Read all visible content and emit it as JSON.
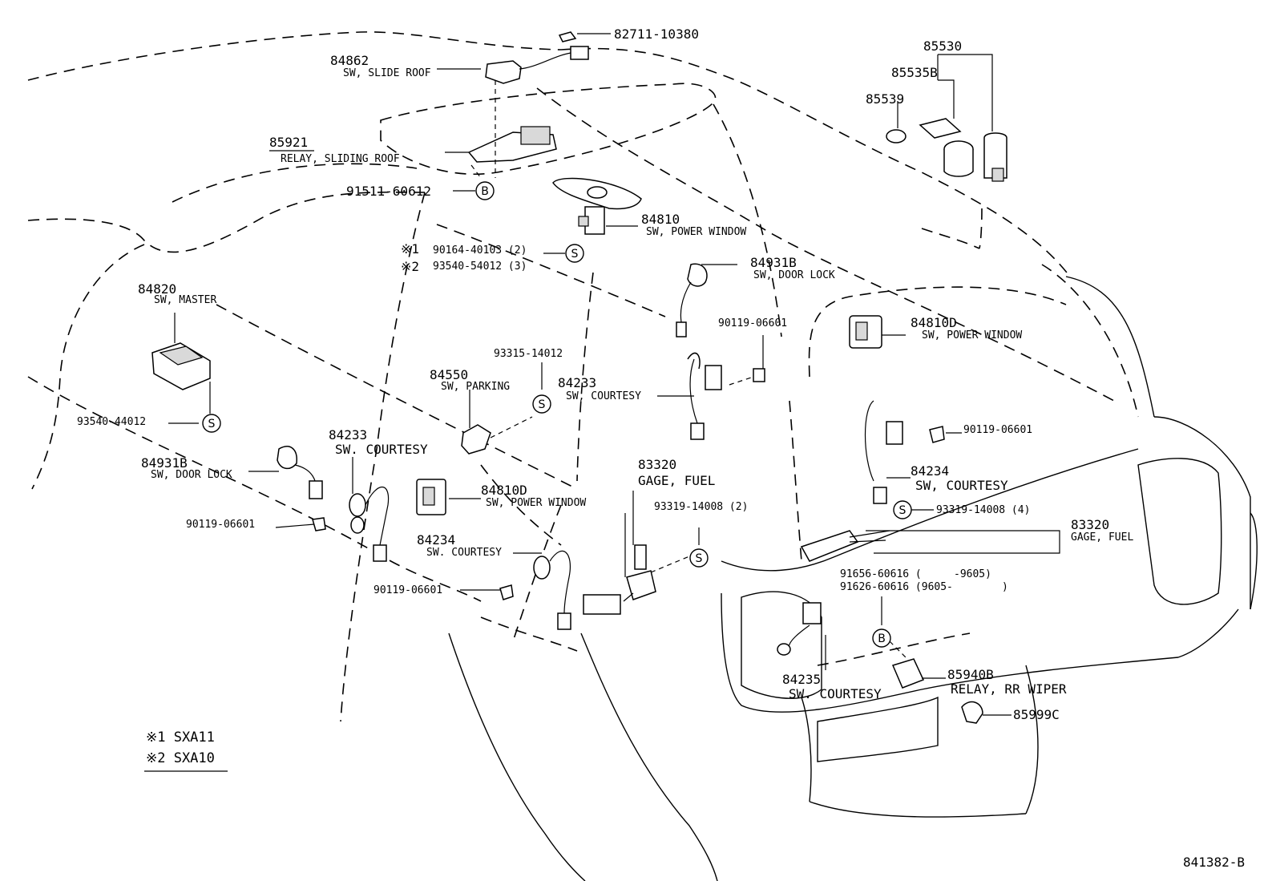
{
  "labels": {
    "p82711": "82711-10380",
    "p84862": "84862",
    "n84862": "SW, SLIDE ROOF",
    "p85921": "85921",
    "n85921": "RELAY, SLIDING ROOF",
    "p91511": "91511-60612",
    "p84810a": "84810",
    "n84810a": "SW, POWER WINDOW",
    "r1_mark": "※1",
    "r1_part": "90164-40103 (2)",
    "r2_mark": "※2",
    "r2_part": "93540-54012 (3)",
    "p84931a": "84931B",
    "n84931a": "SW, DOOR LOCK",
    "p84820": "84820",
    "n84820": "SW, MASTER",
    "p90119a": "90119-06601",
    "p84810b": "84810D",
    "n84810b": "SW, POWER WINDOW",
    "p93315": "93315-14012",
    "p84550": "84550",
    "n84550": "SW, PARKING",
    "p84233a": "84233",
    "n84233a": "SW, COURTESY",
    "p93540": "93540-44012",
    "p84233b": "84233",
    "n84233b": "SW. COURTESY",
    "p90119b": "90119-06601",
    "p84234a": "84234",
    "n84234a": "SW. COURTESY",
    "p84931b": "84931B",
    "n84931b": "SW, DOOR LOCK",
    "p84810c": "84810D",
    "n84810c": "SW, POWER WINDOW",
    "p83320a": "83320",
    "n83320a": "GAGE, FUEL",
    "p93319a": "93319-14008 (2)",
    "p93319b": "93319-14008 (4)",
    "p83320b": "83320",
    "n83320b": "GAGE, FUEL",
    "p90119c": "90119-06601",
    "p84234b": "84234",
    "n84234b": "SW, COURTESY",
    "p90119d": "90119-06601",
    "p91656": "91656-60616 (",
    "p91656r": "-9605)",
    "p91626": "91626-60616 (9605-",
    "p91626r": ")",
    "p84235": "84235",
    "n84235": "SW. COURTESY",
    "p85940": "85940B",
    "n85940": "RELAY, RR WIPER",
    "p85999": "85999C",
    "p85530": "85530",
    "p85535": "85535B",
    "p85539": "85539",
    "foot1": "※1 SXA11",
    "foot2": "※2 SXA10",
    "figno": "841382-B"
  },
  "markers": {
    "b": "B",
    "s": "S"
  }
}
